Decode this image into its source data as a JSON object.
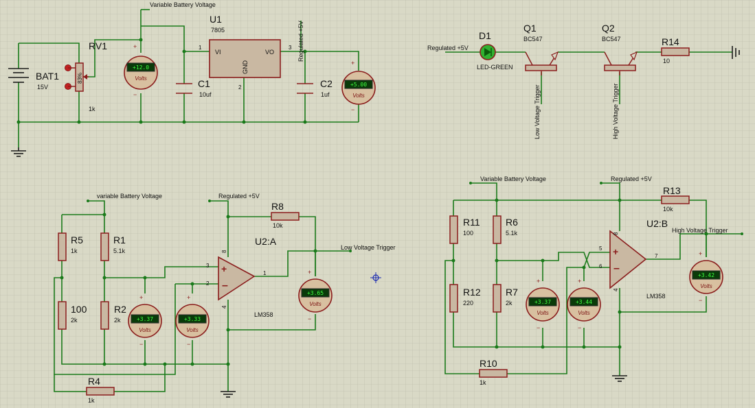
{
  "power": {
    "battery": {
      "ref": "BAT1",
      "value": "15V"
    },
    "pot": {
      "ref": "RV1",
      "value": "1k",
      "setting": "83%"
    },
    "regulator": {
      "ref": "U1",
      "part": "7805",
      "pin_vi": "VI",
      "pin_vo": "VO",
      "pin_gnd": "GND",
      "pin1": "1",
      "pin2": "2",
      "pin3": "3"
    },
    "c1": {
      "ref": "C1",
      "value": "10uf"
    },
    "c2": {
      "ref": "C2",
      "value": "1uf"
    },
    "label_vbat": "Variable Battery Voltage",
    "label_reg": "Regulated +5V",
    "vm_batt": "+12.0",
    "vm_reg": "+5.00"
  },
  "indicator": {
    "label_reg": "Regulated +5V",
    "d1": {
      "ref": "D1",
      "value": "LED-GREEN"
    },
    "q1": {
      "ref": "Q1",
      "part": "BC547"
    },
    "q2": {
      "ref": "Q2",
      "part": "BC547"
    },
    "r14": {
      "ref": "R14",
      "value": "10"
    },
    "label_low": "Low Voltage Trigger",
    "label_high": "High Voltage Trigger"
  },
  "low_comp": {
    "label_vbat": "variable Battery Voltage",
    "label_reg": "Regulated +5V",
    "r5": {
      "ref": "R5",
      "value": "1k"
    },
    "r1": {
      "ref": "R1",
      "value": "5.1k"
    },
    "r100": {
      "ref": "100",
      "value": "2k"
    },
    "r2": {
      "ref": "R2",
      "value": "2k"
    },
    "r4": {
      "ref": "R4",
      "value": "1k"
    },
    "r8": {
      "ref": "R8",
      "value": "10k"
    },
    "opamp": {
      "ref": "U2:A",
      "part": "LM358",
      "pin3": "3",
      "pin2": "2",
      "pin1": "1",
      "pin8": "8",
      "pin4": "4"
    },
    "label_out": "Low Voltage Trigger",
    "vm_a": "+3.37",
    "vm_b": "+3.33",
    "vm_out": "+3.65"
  },
  "high_comp": {
    "label_vbat": "Variable Battery Voltage",
    "label_reg": "Regulated +5V",
    "r11": {
      "ref": "R11",
      "value": "100"
    },
    "r6": {
      "ref": "R6",
      "value": "5.1k"
    },
    "r12": {
      "ref": "R12",
      "value": "220"
    },
    "r7": {
      "ref": "R7",
      "value": "2k"
    },
    "r10": {
      "ref": "R10",
      "value": "1k"
    },
    "r13": {
      "ref": "R13",
      "value": "10k"
    },
    "opamp": {
      "ref": "U2:B",
      "part": "LM358",
      "pin5": "5",
      "pin6": "6",
      "pin7": "7",
      "pin8": "8",
      "pin4": "4"
    },
    "label_out": "High Voltage Trigger",
    "vm_a": "+3.37",
    "vm_b": "+3.44",
    "vm_out": "+3.42"
  },
  "common": {
    "unit": "Volts",
    "plus": "+",
    "minus": "−"
  },
  "colors": {
    "wire": "#1a7a1a",
    "component": "#8a1c1c",
    "background": "#d9d9c6",
    "grid": "#b8b8a6"
  }
}
